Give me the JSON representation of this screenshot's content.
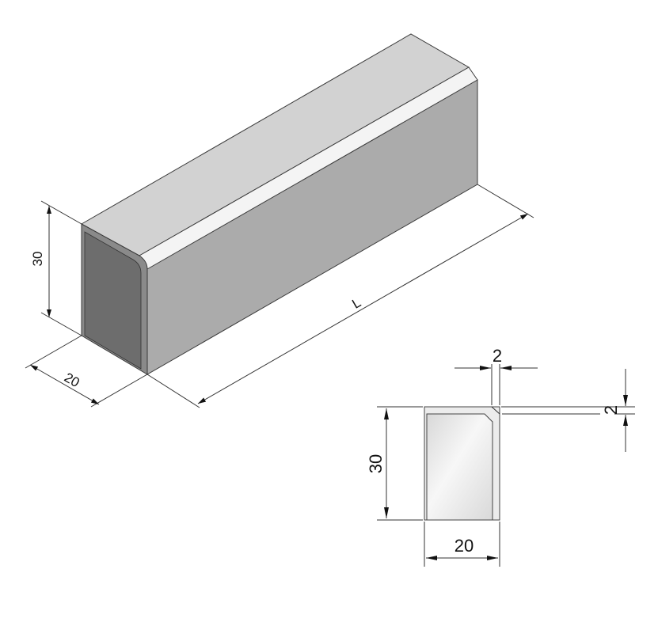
{
  "colors": {
    "top_face": "#d2d2d2",
    "chamfer_highlight": "#f4f4f4",
    "side_face": "#ababab",
    "end_face": "#6d6d6d",
    "end_face_border": "#8a8a8a",
    "section_fill": "#e6e6e6",
    "line": "#333333"
  },
  "isometric": {
    "height_label": "30",
    "width_label": "20",
    "length_label": "L"
  },
  "section": {
    "height_label": "30",
    "width_label": "20",
    "chamfer_width_label": "2",
    "chamfer_height_label": "2"
  }
}
